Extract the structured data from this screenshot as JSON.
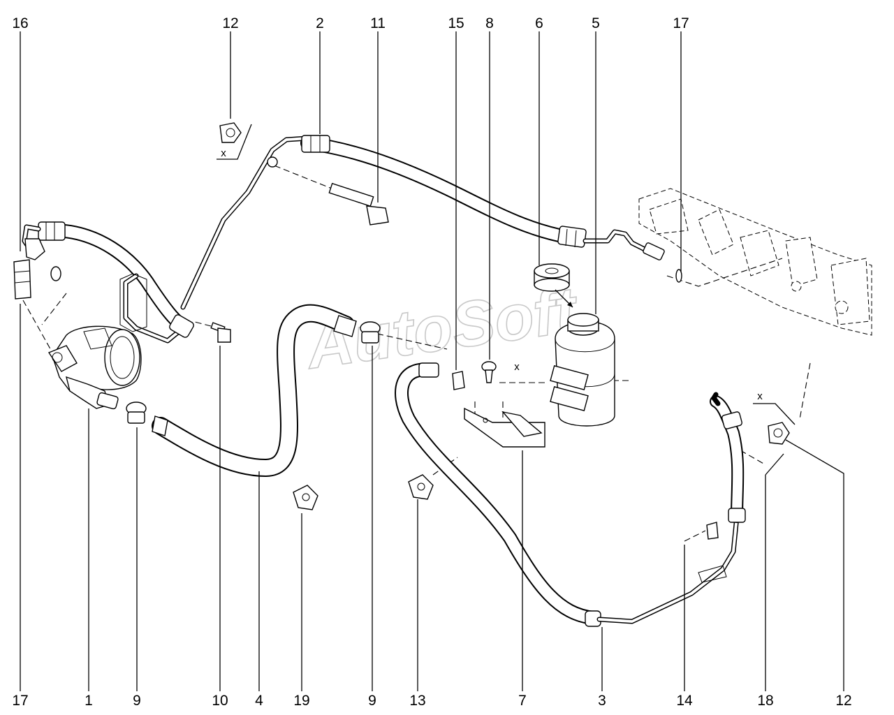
{
  "watermark": "AutoSoft",
  "callouts": {
    "top": [
      "16",
      "12",
      "2",
      "11",
      "15",
      "8",
      "6",
      "5",
      "17"
    ],
    "bottom": [
      "17",
      "1",
      "9",
      "10",
      "4",
      "19",
      "9",
      "13",
      "7",
      "3",
      "14",
      "18",
      "12"
    ]
  },
  "x_marks": [
    "x",
    "x",
    "x"
  ]
}
